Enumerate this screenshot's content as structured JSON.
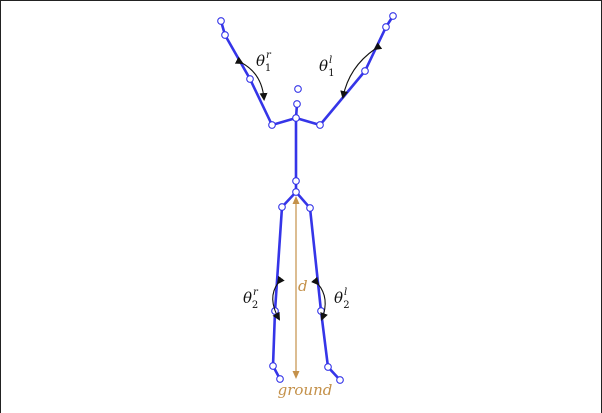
{
  "labels": {
    "theta1_right": {
      "base": "θ",
      "sub": "1",
      "sup": "r"
    },
    "theta1_left": {
      "base": "θ",
      "sub": "1",
      "sup": "l"
    },
    "theta2_right": {
      "base": "θ",
      "sub": "2",
      "sup": "r"
    },
    "theta2_left": {
      "base": "θ",
      "sub": "2",
      "sup": "l"
    },
    "distance": "d",
    "ground": "ground"
  },
  "colors": {
    "skeleton": "#3535e8",
    "measure": "#c4914a",
    "angle": "#111111"
  }
}
